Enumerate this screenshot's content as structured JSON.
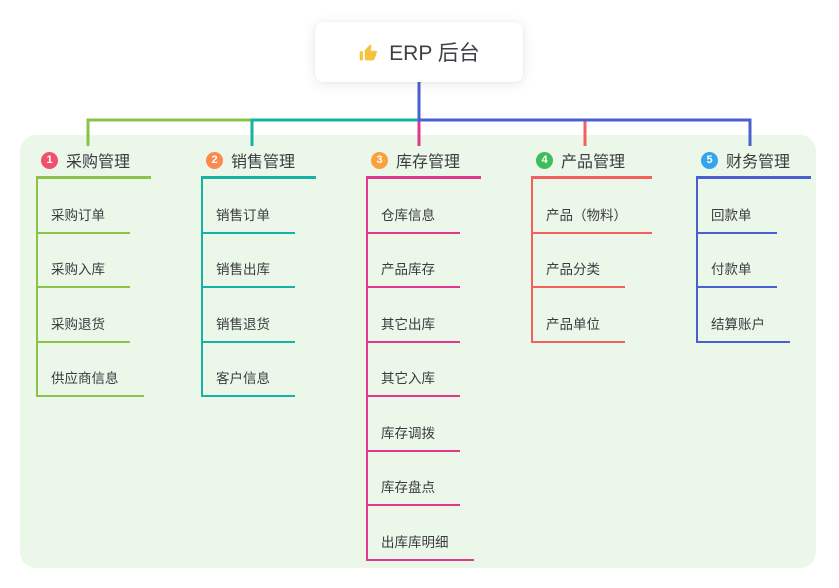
{
  "root": {
    "label": "ERP 后台",
    "icon": "thumbs-up-icon",
    "icon_color": "#f5c33b",
    "connector_color": "#4a5fd0"
  },
  "panel": {
    "background": "#ebf7e8"
  },
  "branches": [
    {
      "number": "1",
      "title": "采购管理",
      "badge_color": "#f2506e",
      "line_color": "#8bc34a",
      "items": [
        "采购订单",
        "采购入库",
        "采购退货",
        "供应商信息"
      ]
    },
    {
      "number": "2",
      "title": "销售管理",
      "badge_color": "#fb8a4e",
      "line_color": "#14b3a2",
      "items": [
        "销售订单",
        "销售出库",
        "销售退货",
        "客户信息"
      ]
    },
    {
      "number": "3",
      "title": "库存管理",
      "badge_color": "#fba13c",
      "line_color": "#e0388f",
      "items": [
        "仓库信息",
        "产品库存",
        "其它出库",
        "其它入库",
        "库存调拨",
        "库存盘点",
        "出库库明细"
      ]
    },
    {
      "number": "4",
      "title": "产品管理",
      "badge_color": "#3fbd5c",
      "line_color": "#f4605c",
      "items": [
        "产品（物料）",
        "产品分类",
        "产品单位"
      ]
    },
    {
      "number": "5",
      "title": "财务管理",
      "badge_color": "#34a5ec",
      "line_color": "#4a5fd0",
      "items": [
        "回款单",
        "付款单",
        "结算账户"
      ]
    }
  ]
}
